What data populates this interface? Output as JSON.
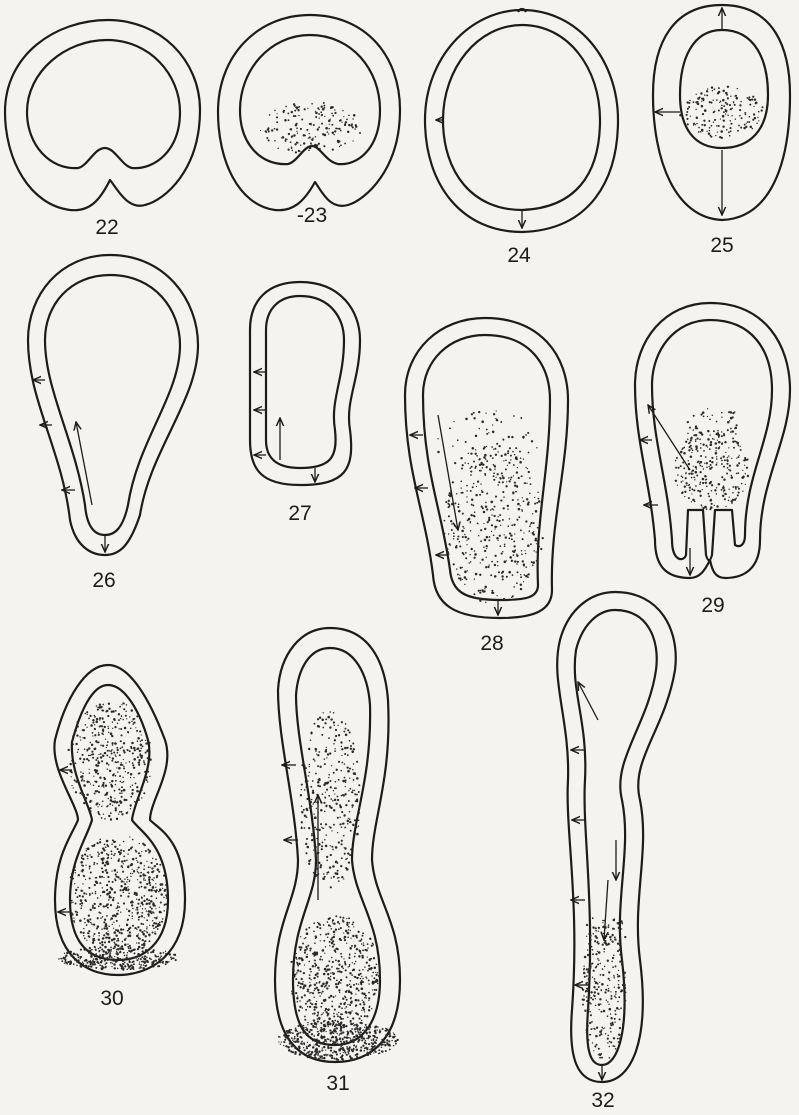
{
  "plate": {
    "background": "#f4f3ef",
    "ink": "#1c1c1c",
    "figure_labels": [
      "22",
      "-23",
      "24",
      "25",
      "26",
      "27",
      "28",
      "29",
      "30",
      "31",
      "32"
    ]
  }
}
